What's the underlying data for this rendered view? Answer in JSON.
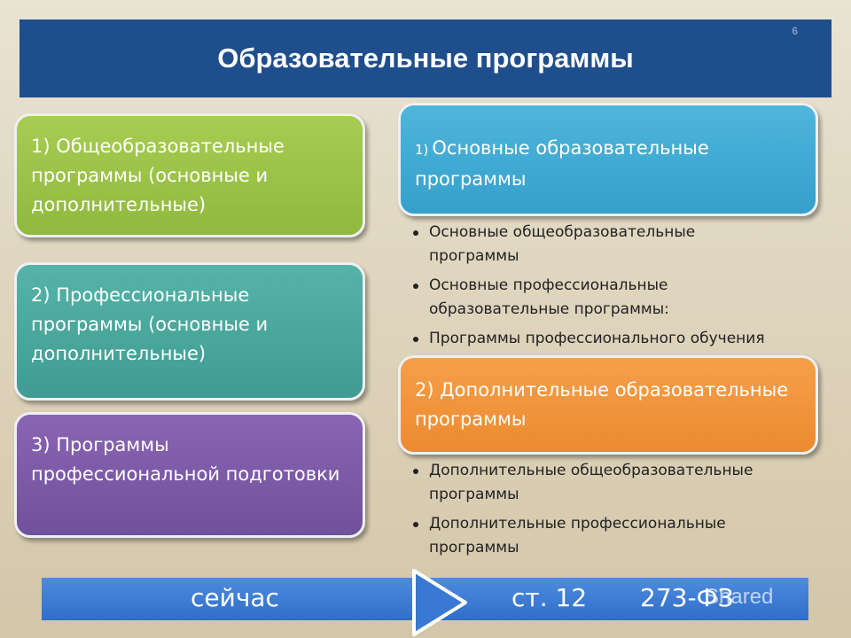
{
  "header": {
    "title": "Образовательные программы",
    "slide_number": "6"
  },
  "left_boxes": [
    {
      "text": "1) Общеобразовательные\nпрограммы (основные и\nдополнительные)",
      "color": "#9ac447"
    },
    {
      "text": "2) Профессиональные\nпрограммы (основные и\nдополнительные)",
      "color": "#49a89d"
    },
    {
      "text": "3) Программы\nпрофессиональной подготовки",
      "color": "#7d5aa8"
    }
  ],
  "right_blocks": [
    {
      "number": "1)",
      "text": "Основные образовательные\nпрограммы",
      "color": "#42abd6",
      "bullets": [
        "Основные общеобразовательные\nпрограммы",
        "Основные профессиональные\nобразовательные программы:",
        "Программы профессионального обучения"
      ]
    },
    {
      "text": "2) Дополнительные образовательные\nпрограммы",
      "color": "#f0943a",
      "bullets": [
        "Дополнительные общеобразовательные\nпрограммы",
        "Дополнительные профессиональные\nпрограммы"
      ]
    }
  ],
  "footer": {
    "now": "сейчас",
    "article": "ст. 12",
    "law": "273-ФЗ",
    "watermark": "Shared"
  }
}
